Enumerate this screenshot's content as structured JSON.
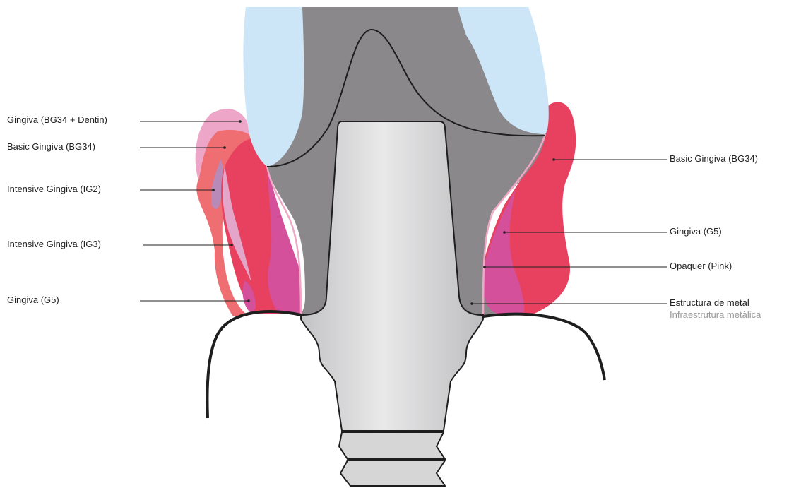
{
  "labels_left": [
    {
      "id": "gingiva-bg34-dentin",
      "text": "Gingiva (BG34 + Dentin)"
    },
    {
      "id": "basic-gingiva-bg34-left",
      "text": "Basic Gingiva (BG34)"
    },
    {
      "id": "intensive-gingiva-ig2",
      "text": "Intensive Gingiva (IG2)"
    },
    {
      "id": "intensive-gingiva-ig3",
      "text": "Intensive Gingiva (IG3)"
    },
    {
      "id": "gingiva-g5-left",
      "text": "Gingiva (G5)"
    }
  ],
  "labels_right": [
    {
      "id": "basic-gingiva-bg34-right",
      "text": "Basic Gingiva (BG34)"
    },
    {
      "id": "gingiva-g5-right",
      "text": "Gingiva (G5)"
    },
    {
      "id": "opaquer-pink",
      "text": "Opaquer (Pink)"
    },
    {
      "id": "estructura-de-metal",
      "text": "Estructura de metal",
      "subtext": "Infraestrutura metálica"
    }
  ],
  "colors": {
    "tooth": "#cde6f7",
    "metal": "#8a888b",
    "abutment_light": "#e6e6e7",
    "abutment_dark": "#c9c9cb",
    "basic_gingiva": "#e8415f",
    "gingiva_dentin": "#eea6c8",
    "gingiva_salmon": "#ee6e72",
    "intensive_ig2": "#b78ab8",
    "intensive_ig3": "#e3a6c8",
    "gingiva_g5": "#d5509a",
    "opaquer": "#f0a8c4",
    "outline": "#1e1e1e",
    "leader": "#222222"
  }
}
